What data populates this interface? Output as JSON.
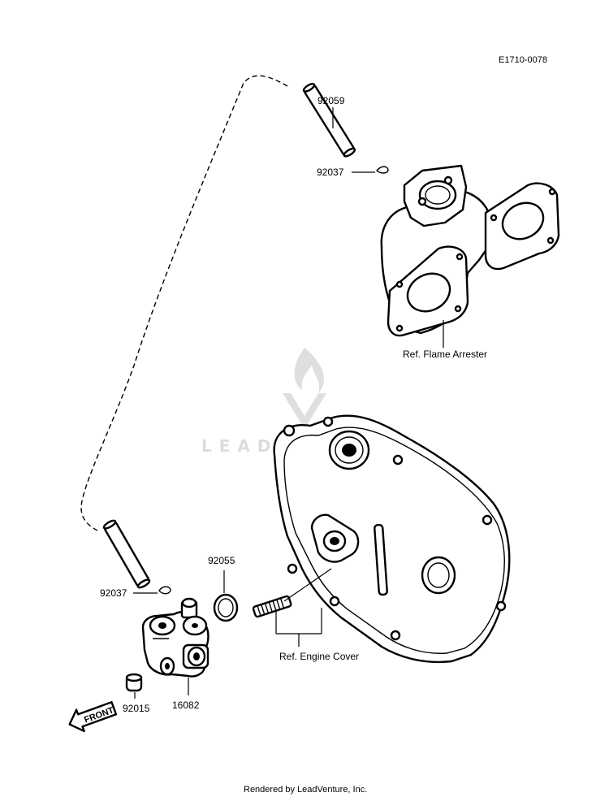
{
  "diagram": {
    "code": "E1710-0078",
    "parts": [
      {
        "number": "92059"
      },
      {
        "number": "92037"
      },
      {
        "number": "92037"
      },
      {
        "number": "92055"
      },
      {
        "number": "92015"
      },
      {
        "number": "16082"
      }
    ],
    "references": [
      {
        "text": "Ref. Flame Arrester"
      },
      {
        "text": "Ref. Engine Cover"
      }
    ],
    "front_label": "FRONT",
    "footer": "Rendered by LeadVenture, Inc.",
    "watermark": "LEADVENTURE"
  }
}
